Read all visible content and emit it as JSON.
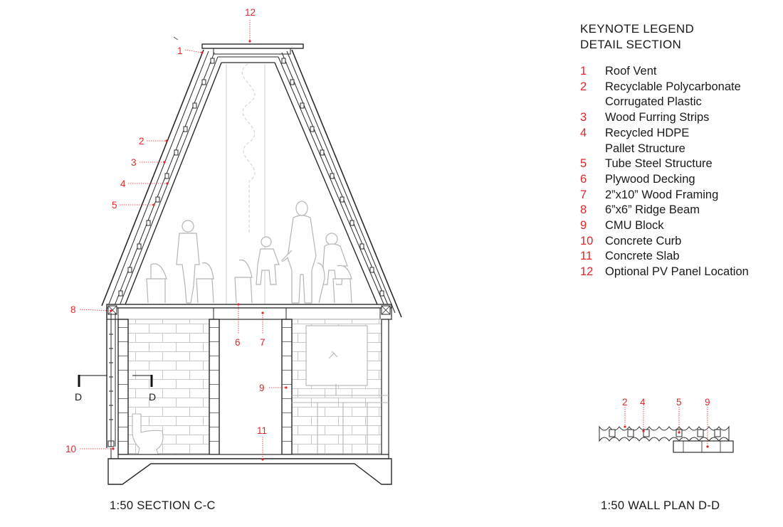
{
  "legend": {
    "title_line1": "KEYNOTE LEGEND",
    "title_line2": "DETAIL SECTION",
    "items": [
      {
        "num": "1",
        "lines": [
          "Roof Vent"
        ]
      },
      {
        "num": "2",
        "lines": [
          "Recyclable Polycarbonate",
          "Corrugated Plastic"
        ]
      },
      {
        "num": "3",
        "lines": [
          "Wood Furring Strips"
        ]
      },
      {
        "num": "4",
        "lines": [
          "Recycled HDPE",
          "Pallet Structure"
        ]
      },
      {
        "num": "5",
        "lines": [
          "Tube Steel Structure"
        ]
      },
      {
        "num": "6",
        "lines": [
          "Plywood Decking"
        ]
      },
      {
        "num": "7",
        "lines": [
          "2”x10” Wood Framing"
        ]
      },
      {
        "num": "8",
        "lines": [
          "6”x6” Ridge Beam"
        ]
      },
      {
        "num": "9",
        "lines": [
          "CMU Block"
        ]
      },
      {
        "num": "10",
        "lines": [
          "Concrete Curb"
        ]
      },
      {
        "num": "11",
        "lines": [
          "Concrete Slab"
        ]
      },
      {
        "num": "12",
        "lines": [
          "Optional PV Panel Location"
        ]
      }
    ]
  },
  "section": {
    "caption": "1:50  SECTION C-C",
    "cut_label": "D",
    "callouts": {
      "c1": "1",
      "c2": "2",
      "c3": "3",
      "c4": "4",
      "c5": "5",
      "c6": "6",
      "c7": "7",
      "c8": "8",
      "c9": "9",
      "c10": "10",
      "c11": "11",
      "c12": "12"
    }
  },
  "wall_plan": {
    "caption": "1:50 WALL PLAN D-D",
    "callouts": {
      "c2": "2",
      "c4": "4",
      "c5": "5",
      "c9": "9"
    }
  },
  "colors": {
    "callout": "#e0262b",
    "line": "#2a2a2a",
    "figure": "#bdbdbd"
  }
}
